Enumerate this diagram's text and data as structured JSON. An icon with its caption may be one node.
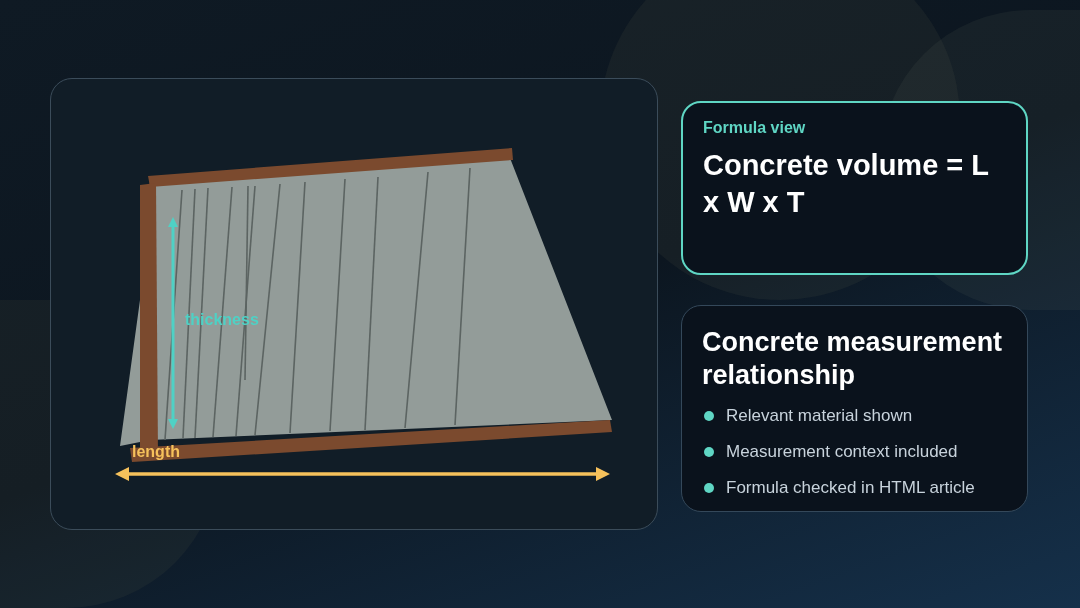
{
  "diagram": {
    "nodes": [
      {
        "text": [
          "Formula view",
          "Concrete volume = L x W x T"
        ]
      },
      {
        "text": [
          "Concrete measurement relationship",
          "Relevant material shown",
          "Measurement context included",
          "Formula checked in HTML article"
        ]
      }
    ],
    "labels": [
      "thickness",
      "length"
    ]
  }
}
